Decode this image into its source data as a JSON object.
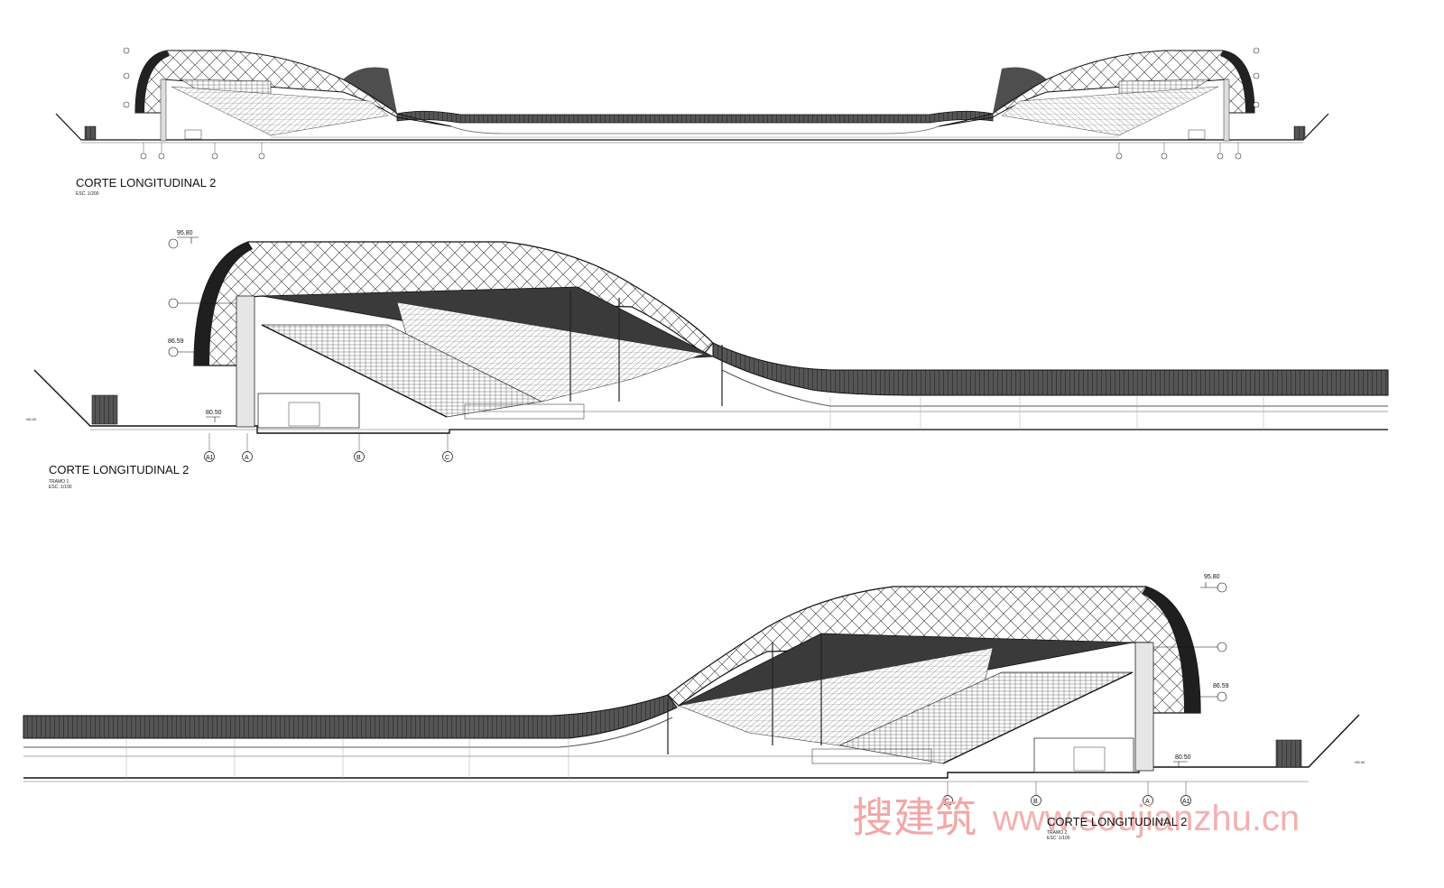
{
  "sections": [
    {
      "id": "overview",
      "title": "CORTE LONGITUDINAL 2",
      "subtitle_lines": [
        "ESC. 1/200"
      ]
    },
    {
      "id": "tramo1",
      "title": "CORTE LONGITUDINAL 2",
      "subtitle_lines": [
        "TRAMO 1",
        "ESC. 1/100"
      ],
      "levels": [
        "95.80",
        "86.59",
        "80.50",
        "+80.50"
      ],
      "axes": [
        "A1",
        "A",
        "B",
        "C"
      ]
    },
    {
      "id": "tramo2",
      "title": "CORTE LONGITUDINAL 2",
      "subtitle_lines": [
        "TRAMO 2",
        "ESC. 1/100"
      ],
      "levels": [
        "95.80",
        "86.59",
        "80.50",
        "+80.50"
      ],
      "axes": [
        "C",
        "B",
        "A",
        "A1"
      ]
    }
  ],
  "watermark": {
    "chinese": "搜建筑",
    "url": "www.soujianzhu.cn",
    "color": "#f3a7a7"
  }
}
